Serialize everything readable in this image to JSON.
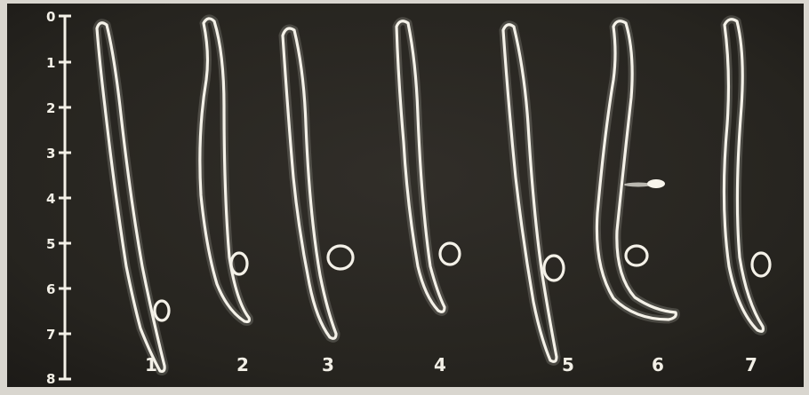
{
  "scale": {
    "labels": [
      "0",
      "1",
      "2",
      "3",
      "4",
      "5",
      "6",
      "7",
      "8"
    ]
  },
  "specimens": {
    "labels": [
      "1",
      "2",
      "3",
      "4",
      "5",
      "6",
      "7"
    ]
  },
  "colors": {
    "background": "#282622",
    "outline": "#f4f1e8",
    "border": "#d9d6cf"
  }
}
